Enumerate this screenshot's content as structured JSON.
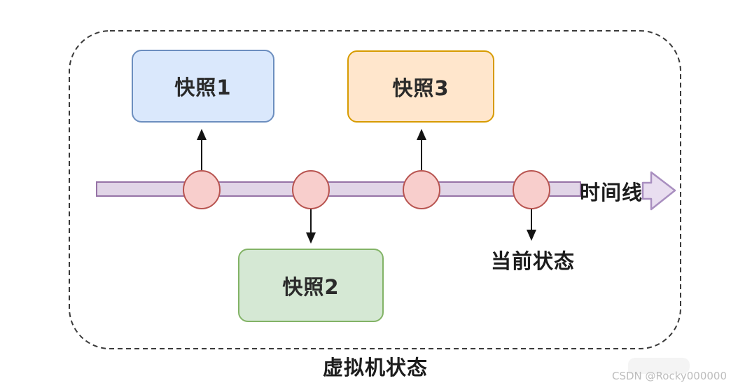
{
  "diagram": {
    "caption": "虚拟机状态",
    "timeline_label": "时间线",
    "current_state_label": "当前状态",
    "snapshots": [
      {
        "label": "快照1"
      },
      {
        "label": "快照2"
      },
      {
        "label": "快照3"
      }
    ],
    "node_count": 4,
    "colors": {
      "snapshot1_fill": "#dae8fc",
      "snapshot1_border": "#6c8ebf",
      "snapshot2_fill": "#d5e8d4",
      "snapshot2_border": "#82b366",
      "snapshot3_fill": "#ffe6cc",
      "snapshot3_border": "#d79b00",
      "timeline_fill": "#e1d5e7",
      "timeline_border": "#9673a6",
      "timeline_arrow_fill": "#e9def0",
      "timeline_arrow_border": "#a98fc0",
      "node_fill": "#f8cecc",
      "node_border": "#b85450",
      "connector": "#141414",
      "frame": "#3a3a3a"
    }
  },
  "watermark": {
    "text": "CSDN @Rocky000000"
  }
}
